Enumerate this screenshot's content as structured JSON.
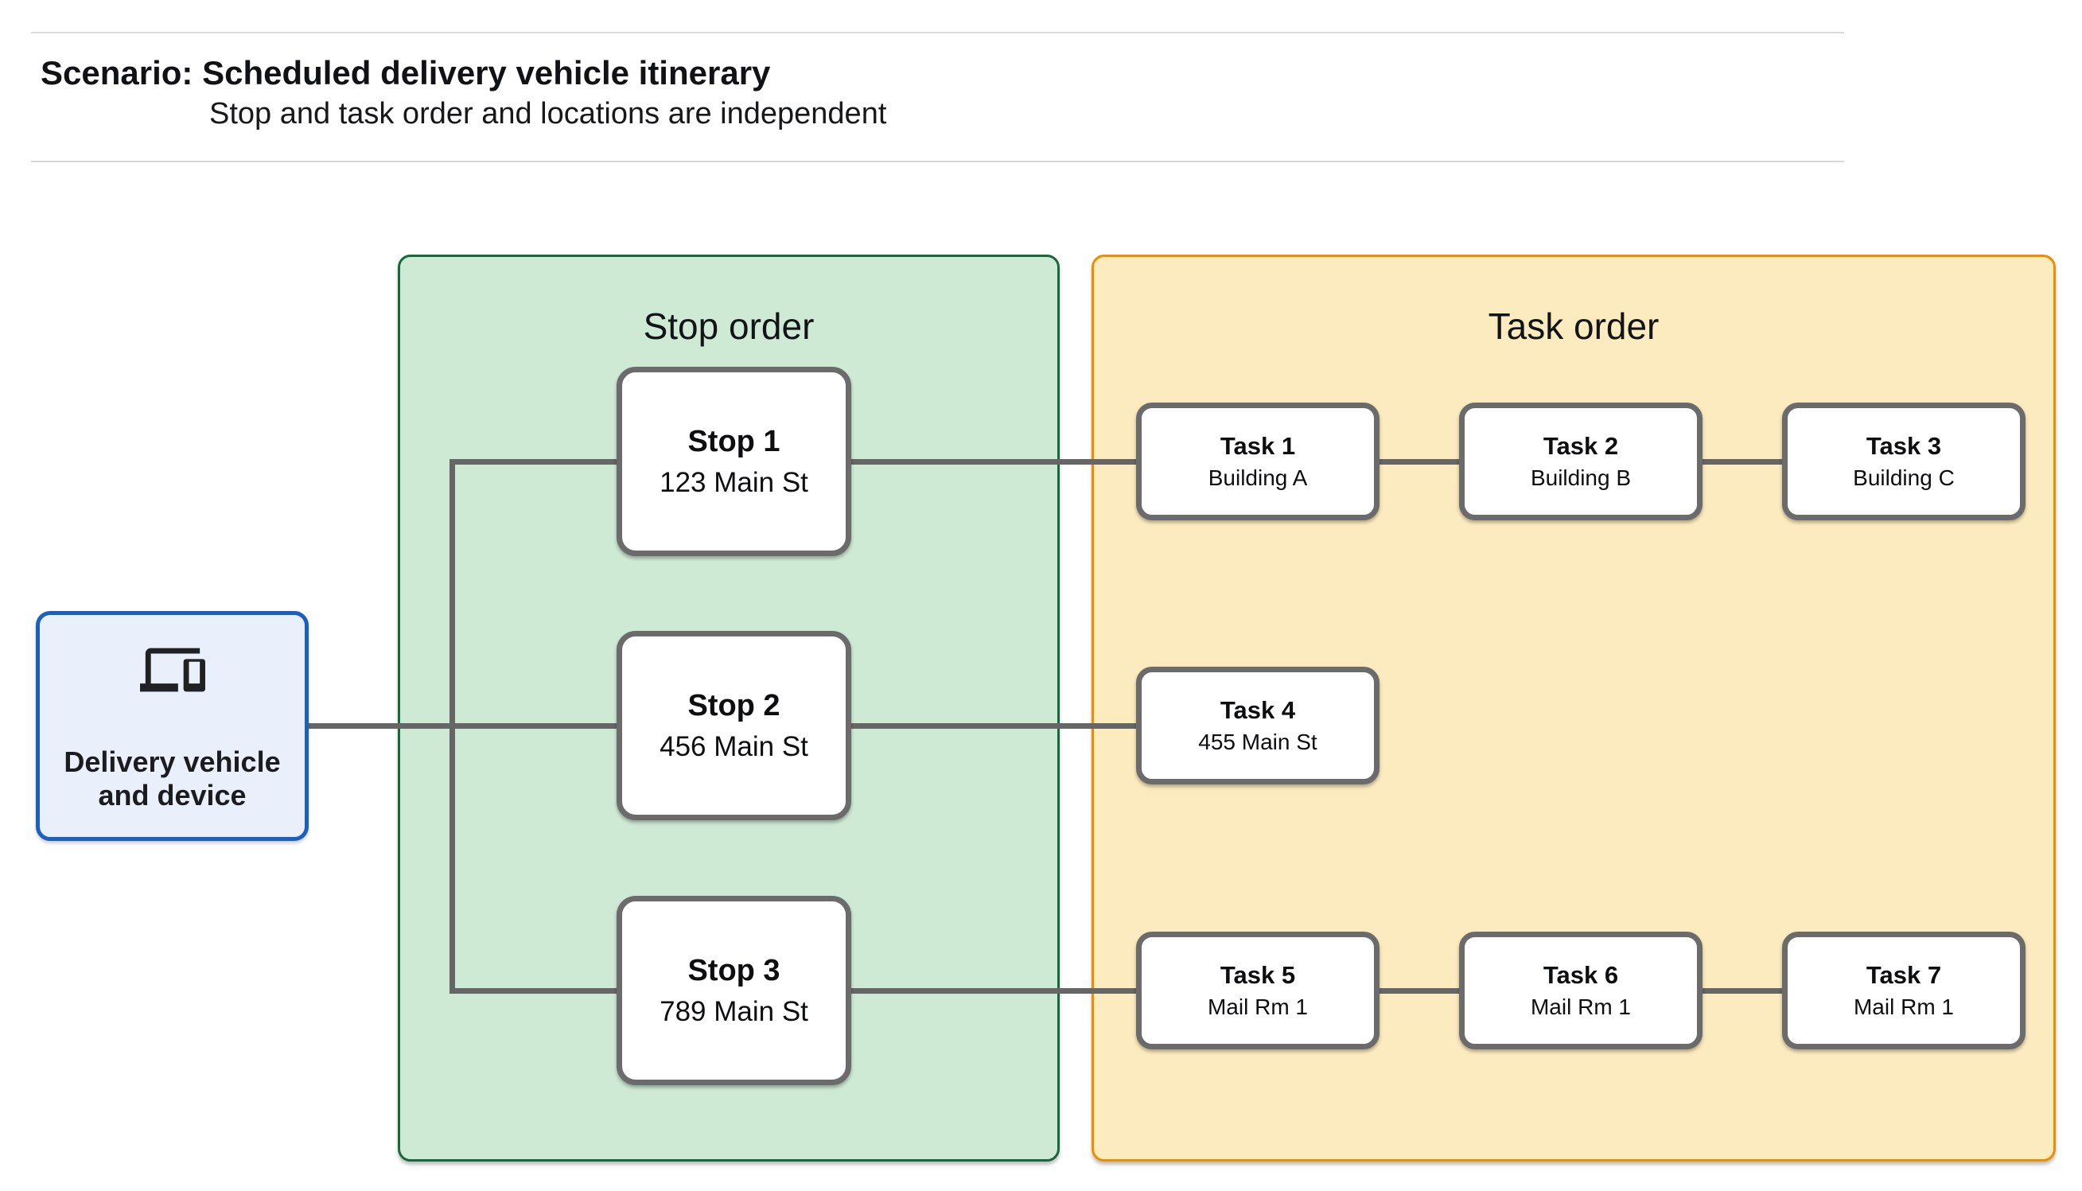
{
  "header": {
    "title": "Scenario: Scheduled delivery vehicle itinerary",
    "subtitle": "Stop and task order and locations are independent"
  },
  "vehicle": {
    "label_line1": "Delivery vehicle",
    "label_line2": "and device",
    "icon": "devices-icon"
  },
  "panels": {
    "stop_order": {
      "title": "Stop order",
      "fill": "#cee9d4",
      "border": "#15693a",
      "stops": [
        {
          "name": "Stop 1",
          "location": "123 Main St"
        },
        {
          "name": "Stop 2",
          "location": "456 Main St"
        },
        {
          "name": "Stop 3",
          "location": "789 Main St"
        }
      ]
    },
    "task_order": {
      "title": "Task order",
      "fill": "#fcebbe",
      "border": "#f08c00",
      "rows": [
        [
          {
            "name": "Task 1",
            "location": "Building A"
          },
          {
            "name": "Task 2",
            "location": "Building B"
          },
          {
            "name": "Task 3",
            "location": "Building C"
          }
        ],
        [
          {
            "name": "Task 4",
            "location": "455 Main St"
          }
        ],
        [
          {
            "name": "Task 5",
            "location": "Mail Rm 1"
          },
          {
            "name": "Task 6",
            "location": "Mail Rm 1"
          },
          {
            "name": "Task 7",
            "location": "Mail Rm 1"
          }
        ]
      ]
    }
  },
  "colors": {
    "divider_gray": "#d9d9d9",
    "connector_gray": "#666666",
    "node_border_gray": "#6b6b6b",
    "vehicle_fill": "#e9effb",
    "vehicle_border": "#1b5fc1",
    "text": "#17181a"
  }
}
